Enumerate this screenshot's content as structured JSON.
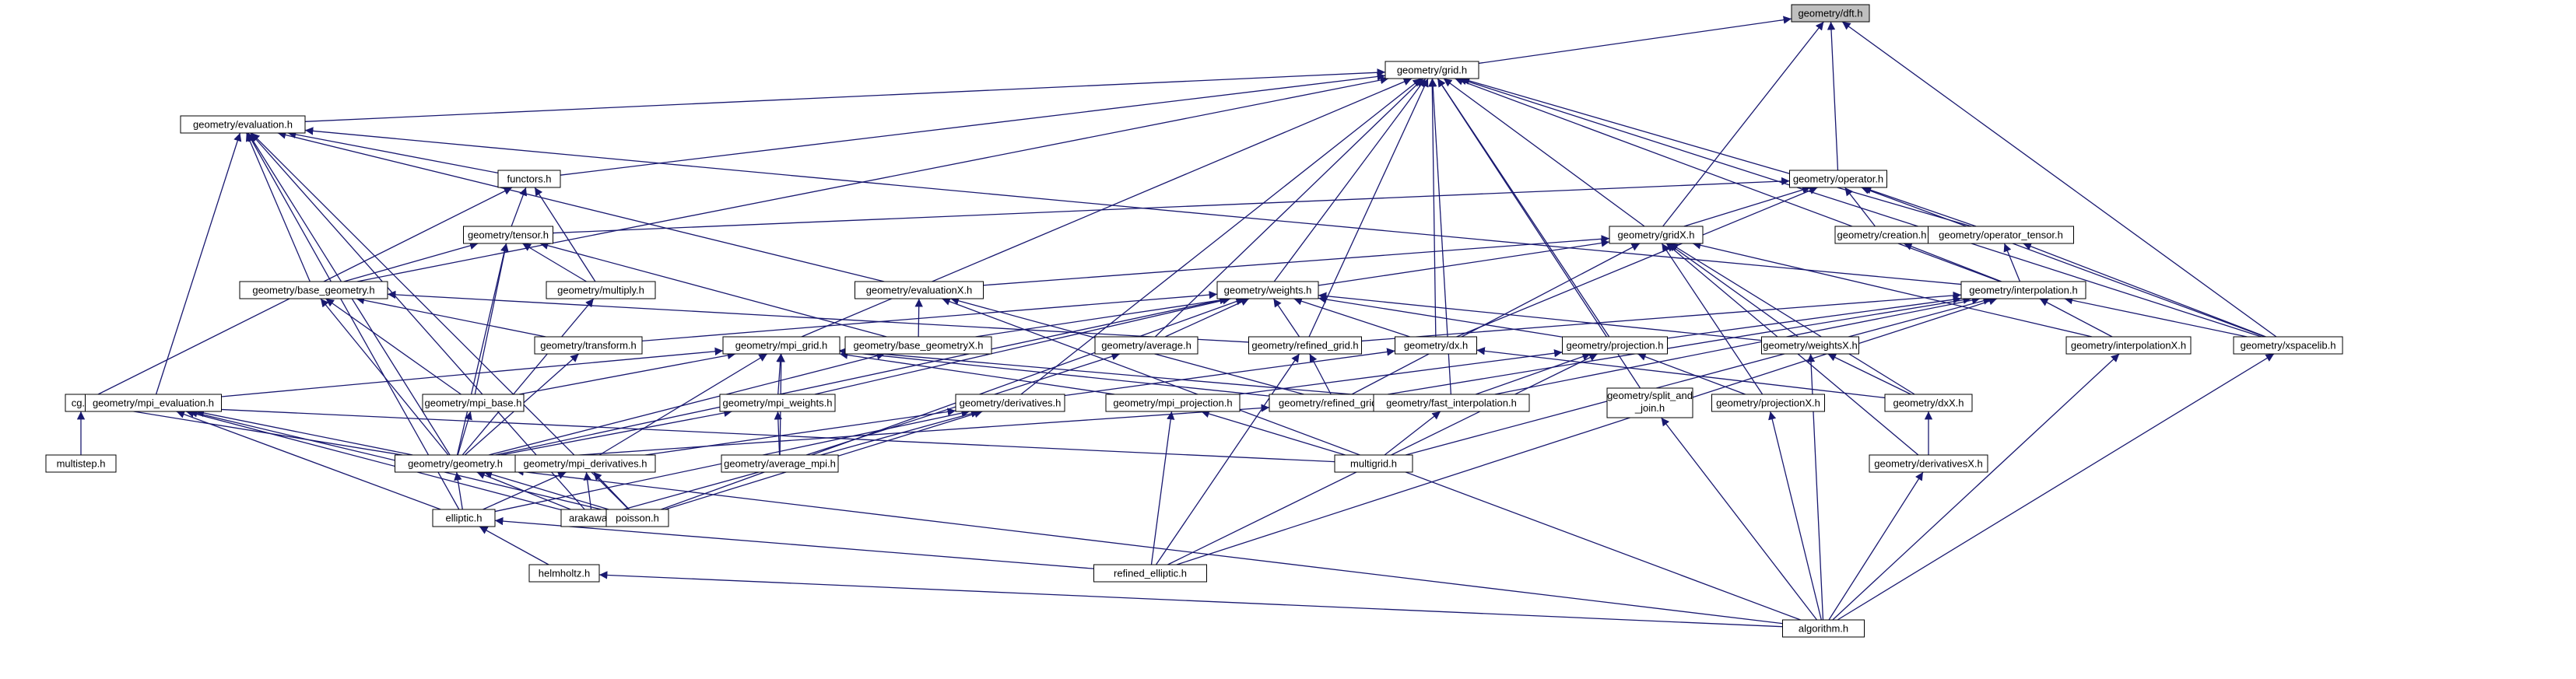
{
  "colors": {
    "edge": "#191970",
    "node_border": "#000000",
    "root_fill": "#bfbfbf",
    "node_fill": "#ffffff"
  },
  "nodes": [
    {
      "id": "dft",
      "lines": [
        "geometry/dft.h"
      ],
      "root": true
    },
    {
      "id": "grid",
      "lines": [
        "geometry/grid.h"
      ]
    },
    {
      "id": "evaluation",
      "lines": [
        "geometry/evaluation.h"
      ]
    },
    {
      "id": "functors",
      "lines": [
        "functors.h"
      ]
    },
    {
      "id": "operator",
      "lines": [
        "geometry/operator.h"
      ]
    },
    {
      "id": "tensor",
      "lines": [
        "geometry/tensor.h"
      ]
    },
    {
      "id": "gridX",
      "lines": [
        "geometry/gridX.h"
      ]
    },
    {
      "id": "creation",
      "lines": [
        "geometry/creation.h"
      ]
    },
    {
      "id": "operator_tensor",
      "lines": [
        "geometry/operator_tensor.h"
      ]
    },
    {
      "id": "base_geometry",
      "lines": [
        "geometry/base_geometry.h"
      ]
    },
    {
      "id": "multiply",
      "lines": [
        "geometry/multiply.h"
      ]
    },
    {
      "id": "evaluationX",
      "lines": [
        "geometry/evaluationX.h"
      ]
    },
    {
      "id": "weights",
      "lines": [
        "geometry/weights.h"
      ]
    },
    {
      "id": "interpolation",
      "lines": [
        "geometry/interpolation.h"
      ]
    },
    {
      "id": "transform",
      "lines": [
        "geometry/transform.h"
      ]
    },
    {
      "id": "mpi_grid",
      "lines": [
        "geometry/mpi_grid.h"
      ]
    },
    {
      "id": "base_geometryX",
      "lines": [
        "geometry/base_geometryX.h"
      ]
    },
    {
      "id": "average",
      "lines": [
        "geometry/average.h"
      ]
    },
    {
      "id": "refined_grid",
      "lines": [
        "geometry/refined_grid.h"
      ]
    },
    {
      "id": "dx",
      "lines": [
        "geometry/dx.h"
      ]
    },
    {
      "id": "projection",
      "lines": [
        "geometry/projection.h"
      ]
    },
    {
      "id": "weightsX",
      "lines": [
        "geometry/weightsX.h"
      ]
    },
    {
      "id": "interpolationX",
      "lines": [
        "geometry/interpolationX.h"
      ]
    },
    {
      "id": "xspacelib",
      "lines": [
        "geometry/xspacelib.h"
      ]
    },
    {
      "id": "cg",
      "lines": [
        "cg.h"
      ]
    },
    {
      "id": "mpi_evaluation",
      "lines": [
        "geometry/mpi_evaluation.h"
      ]
    },
    {
      "id": "mpi_base",
      "lines": [
        "geometry/mpi_base.h"
      ]
    },
    {
      "id": "mpi_weights",
      "lines": [
        "geometry/mpi_weights.h"
      ]
    },
    {
      "id": "derivatives",
      "lines": [
        "geometry/derivatives.h"
      ]
    },
    {
      "id": "mpi_projection",
      "lines": [
        "geometry/mpi_projection.h"
      ]
    },
    {
      "id": "refined_gridX",
      "lines": [
        "geometry/refined_gridX.h"
      ]
    },
    {
      "id": "fast_interpolation",
      "lines": [
        "geometry/fast_interpolation.h"
      ]
    },
    {
      "id": "split_and_join",
      "lines": [
        "geometry/split_and",
        "_join.h"
      ]
    },
    {
      "id": "projectionX",
      "lines": [
        "geometry/projectionX.h"
      ]
    },
    {
      "id": "dxX",
      "lines": [
        "geometry/dxX.h"
      ]
    },
    {
      "id": "multistep",
      "lines": [
        "multistep.h"
      ]
    },
    {
      "id": "geometry",
      "lines": [
        "geometry/geometry.h"
      ]
    },
    {
      "id": "mpi_derivatives",
      "lines": [
        "geometry/mpi_derivatives.h"
      ]
    },
    {
      "id": "average_mpi",
      "lines": [
        "geometry/average_mpi.h"
      ]
    },
    {
      "id": "multigrid",
      "lines": [
        "multigrid.h"
      ]
    },
    {
      "id": "derivativesX",
      "lines": [
        "geometry/derivativesX.h"
      ]
    },
    {
      "id": "elliptic",
      "lines": [
        "elliptic.h"
      ]
    },
    {
      "id": "arakawa",
      "lines": [
        "arakawa.h"
      ]
    },
    {
      "id": "poisson",
      "lines": [
        "poisson.h"
      ]
    },
    {
      "id": "helmholtz",
      "lines": [
        "helmholtz.h"
      ]
    },
    {
      "id": "refined_elliptic",
      "lines": [
        "refined_elliptic.h"
      ]
    },
    {
      "id": "algorithm",
      "lines": [
        "algorithm.h"
      ]
    }
  ],
  "edges": [
    [
      "grid",
      "dft"
    ],
    [
      "operator",
      "dft"
    ],
    [
      "gridX",
      "dft"
    ],
    [
      "xspacelib",
      "dft"
    ],
    [
      "evaluation",
      "grid"
    ],
    [
      "functors",
      "grid"
    ],
    [
      "base_geometry",
      "grid"
    ],
    [
      "gridX",
      "grid"
    ],
    [
      "weights",
      "grid"
    ],
    [
      "interpolation",
      "grid"
    ],
    [
      "mpi_grid",
      "grid"
    ],
    [
      "average",
      "grid"
    ],
    [
      "refined_grid",
      "grid"
    ],
    [
      "dx",
      "grid"
    ],
    [
      "projection",
      "grid"
    ],
    [
      "derivatives",
      "grid"
    ],
    [
      "fast_interpolation",
      "grid"
    ],
    [
      "xspacelib",
      "grid"
    ],
    [
      "split_and_join",
      "grid"
    ],
    [
      "operator_tensor",
      "grid"
    ],
    [
      "functors",
      "evaluation"
    ],
    [
      "base_geometry",
      "evaluation"
    ],
    [
      "evaluationX",
      "evaluation"
    ],
    [
      "mpi_evaluation",
      "evaluation"
    ],
    [
      "geometry",
      "evaluation"
    ],
    [
      "elliptic",
      "evaluation"
    ],
    [
      "arakawa",
      "evaluation"
    ],
    [
      "poisson",
      "evaluation"
    ],
    [
      "interpolation",
      "evaluation"
    ],
    [
      "tensor",
      "functors"
    ],
    [
      "multiply",
      "functors"
    ],
    [
      "cg",
      "functors"
    ],
    [
      "tensor",
      "operator"
    ],
    [
      "creation",
      "operator"
    ],
    [
      "operator_tensor",
      "operator"
    ],
    [
      "xspacelib",
      "operator"
    ],
    [
      "dx",
      "operator"
    ],
    [
      "gridX",
      "operator"
    ],
    [
      "multiply",
      "tensor"
    ],
    [
      "base_geometry",
      "tensor"
    ],
    [
      "base_geometryX",
      "tensor"
    ],
    [
      "mpi_base",
      "tensor"
    ],
    [
      "geometry",
      "tensor"
    ],
    [
      "evaluationX",
      "gridX"
    ],
    [
      "weightsX",
      "gridX"
    ],
    [
      "interpolationX",
      "gridX"
    ],
    [
      "projectionX",
      "gridX"
    ],
    [
      "dxX",
      "gridX"
    ],
    [
      "derivativesX",
      "gridX"
    ],
    [
      "refined_gridX",
      "gridX"
    ],
    [
      "base_geometryX",
      "gridX"
    ],
    [
      "interpolation",
      "creation"
    ],
    [
      "interpolation",
      "operator_tensor"
    ],
    [
      "xspacelib",
      "operator_tensor"
    ],
    [
      "transform",
      "base_geometry"
    ],
    [
      "geometry",
      "base_geometry"
    ],
    [
      "mpi_base",
      "base_geometry"
    ],
    [
      "refined_grid",
      "base_geometry"
    ],
    [
      "geometry",
      "multiply"
    ],
    [
      "base_geometryX",
      "evaluationX"
    ],
    [
      "refined_gridX",
      "evaluationX"
    ],
    [
      "algorithm",
      "evaluationX"
    ],
    [
      "transform",
      "weights"
    ],
    [
      "average",
      "weights"
    ],
    [
      "dx",
      "weights"
    ],
    [
      "projection",
      "weights"
    ],
    [
      "weightsX",
      "weights"
    ],
    [
      "refined_grid",
      "weights"
    ],
    [
      "mpi_weights",
      "weights"
    ],
    [
      "geometry",
      "weights"
    ],
    [
      "poisson",
      "weights"
    ],
    [
      "projection",
      "interpolation"
    ],
    [
      "xspacelib",
      "interpolation"
    ],
    [
      "interpolationX",
      "interpolation"
    ],
    [
      "multigrid",
      "interpolation"
    ],
    [
      "refined_elliptic",
      "interpolation"
    ],
    [
      "refined_gridX",
      "interpolation"
    ],
    [
      "fast_interpolation",
      "interpolation"
    ],
    [
      "refined_grid",
      "interpolation"
    ],
    [
      "geometry",
      "transform"
    ],
    [
      "mpi_evaluation",
      "mpi_grid"
    ],
    [
      "mpi_base",
      "mpi_grid"
    ],
    [
      "mpi_weights",
      "mpi_grid"
    ],
    [
      "mpi_derivatives",
      "mpi_grid"
    ],
    [
      "mpi_projection",
      "mpi_grid"
    ],
    [
      "average_mpi",
      "mpi_grid"
    ],
    [
      "fast_interpolation",
      "mpi_grid"
    ],
    [
      "refined_gridX",
      "mpi_grid"
    ],
    [
      "geometry",
      "base_geometryX"
    ],
    [
      "average_mpi",
      "average"
    ],
    [
      "refined_gridX",
      "refined_grid"
    ],
    [
      "refined_elliptic",
      "refined_grid"
    ],
    [
      "derivatives",
      "dx"
    ],
    [
      "dxX",
      "dx"
    ],
    [
      "mpi_projection",
      "projection"
    ],
    [
      "projectionX",
      "projection"
    ],
    [
      "fast_interpolation",
      "projection"
    ],
    [
      "refined_elliptic",
      "projection"
    ],
    [
      "dxX",
      "weightsX"
    ],
    [
      "algorithm",
      "weightsX"
    ],
    [
      "algorithm",
      "interpolationX"
    ],
    [
      "algorithm",
      "xspacelib"
    ],
    [
      "multistep",
      "cg"
    ],
    [
      "geometry",
      "cg"
    ],
    [
      "multigrid",
      "cg"
    ],
    [
      "geometry",
      "mpi_evaluation"
    ],
    [
      "elliptic",
      "mpi_evaluation"
    ],
    [
      "arakawa",
      "mpi_evaluation"
    ],
    [
      "poisson",
      "mpi_evaluation"
    ],
    [
      "geometry",
      "mpi_base"
    ],
    [
      "average_mpi",
      "mpi_weights"
    ],
    [
      "geometry",
      "mpi_weights"
    ],
    [
      "elliptic",
      "derivatives"
    ],
    [
      "arakawa",
      "derivatives"
    ],
    [
      "poisson",
      "derivatives"
    ],
    [
      "mpi_derivatives",
      "derivatives"
    ],
    [
      "refined_elliptic",
      "mpi_projection"
    ],
    [
      "multigrid",
      "mpi_projection"
    ],
    [
      "geometry",
      "refined_gridX"
    ],
    [
      "multigrid",
      "fast_interpolation"
    ],
    [
      "algorithm",
      "split_and_join"
    ],
    [
      "algorithm",
      "projectionX"
    ],
    [
      "derivativesX",
      "dxX"
    ],
    [
      "elliptic",
      "geometry"
    ],
    [
      "arakawa",
      "geometry"
    ],
    [
      "poisson",
      "geometry"
    ],
    [
      "algorithm",
      "geometry"
    ],
    [
      "elliptic",
      "mpi_derivatives"
    ],
    [
      "arakawa",
      "mpi_derivatives"
    ],
    [
      "poisson",
      "mpi_derivatives"
    ],
    [
      "algorithm",
      "derivativesX"
    ],
    [
      "helmholtz",
      "elliptic"
    ],
    [
      "refined_elliptic",
      "elliptic"
    ],
    [
      "algorithm",
      "helmholtz"
    ]
  ]
}
